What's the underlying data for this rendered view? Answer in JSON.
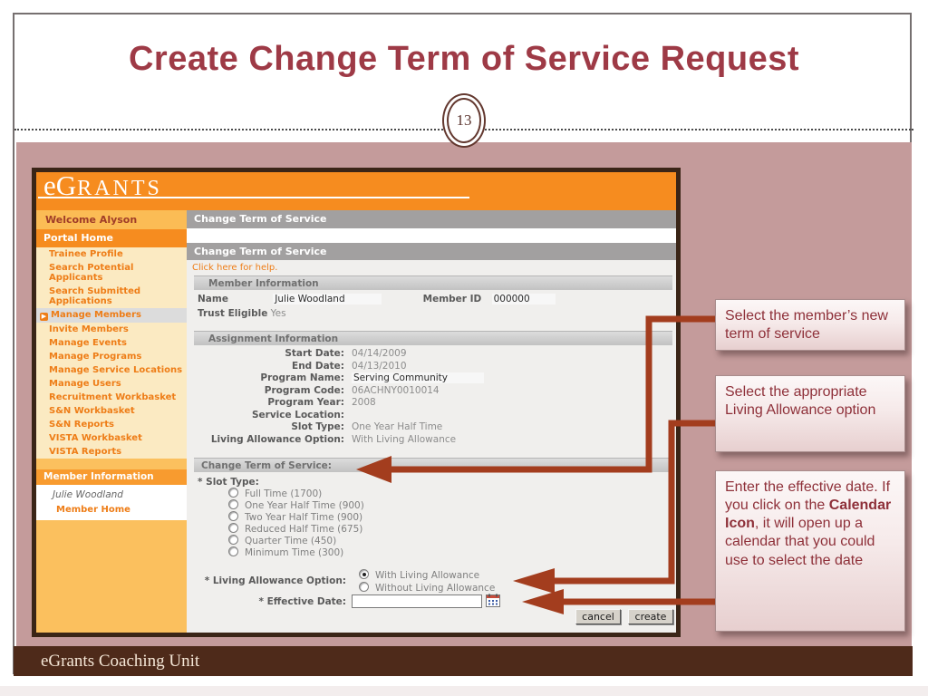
{
  "slide": {
    "title": "Create Change Term of Service Request",
    "page_number": "13",
    "footer": "eGrants Coaching Unit"
  },
  "app": {
    "logo": {
      "e": "e",
      "g": "G",
      "rest": "RANTS"
    },
    "sidebar": {
      "welcome": "Welcome Alyson",
      "portal_home": "Portal Home",
      "menu": [
        "Trainee Profile",
        "Search Potential Applicants",
        "Search Submitted Applications",
        "Manage Members",
        "Invite Members",
        "Manage Events",
        "Manage Programs",
        "Manage Service Locations",
        "Manage Users",
        "Recruitment Workbasket",
        "S&N Workbasket",
        "S&N Reports",
        "VISTA Workbasket",
        "VISTA Reports"
      ],
      "active_item": "Manage Members",
      "active_arrow": "▶",
      "member_info_header": "Member Information",
      "member_name": "Julie Woodland",
      "member_home": "Member Home"
    },
    "page_bar": "Change Term of Service",
    "section_bar": "Change Term of Service",
    "help_link": "Click here for help.",
    "member_info": {
      "header": "Member Information",
      "name_label": "Name",
      "name_value": "Julie Woodland",
      "member_id_label": "Member ID",
      "member_id_value": "000000",
      "trust_label": "Trust Eligible",
      "trust_value": "Yes"
    },
    "assignment": {
      "header": "Assignment Information",
      "rows": [
        {
          "label": "Start Date:",
          "value": "04/14/2009"
        },
        {
          "label": "End Date:",
          "value": "04/13/2010"
        },
        {
          "label": "Program Name:",
          "value": "Serving Community"
        },
        {
          "label": "Program Code:",
          "value": "06ACHNY0010014"
        },
        {
          "label": "Program Year:",
          "value": "2008"
        },
        {
          "label": "Service Location:",
          "value": ""
        },
        {
          "label": "Slot Type:",
          "value": "One Year Half Time"
        },
        {
          "label": "Living Allowance Option:",
          "value": "With Living Allowance"
        }
      ]
    },
    "change_tos": {
      "header": "Change Term of Service:",
      "slot_type_label": "* Slot Type:",
      "slot_options": [
        "Full Time (1700)",
        "One Year Half Time (900)",
        "Two Year Half Time (900)",
        "Reduced Half Time (675)",
        "Quarter Time (450)",
        "Minimum Time (300)"
      ],
      "living_allowance_label": "* Living Allowance Option:",
      "living_options": [
        {
          "label": "With Living Allowance",
          "selected": true
        },
        {
          "label": "Without Living Allowance",
          "selected": false
        }
      ],
      "effective_date_label": "* Effective Date:",
      "effective_date_value": "",
      "cancel_button": "cancel",
      "create_button": "create"
    }
  },
  "callouts": [
    {
      "text": "Select the member’s new term of service"
    },
    {
      "text": "Select the appropriate Living Allowance option"
    },
    {
      "text_before": "Enter the effective date.  If you click on the ",
      "bold_text": "Calendar Icon",
      "text_after": ", it will open up a calendar that you could use to select the date"
    }
  ],
  "colors": {
    "title_maroon": "#9E3A46",
    "panel_mauve": "#C49B9B",
    "app_orange": "#F68C1F",
    "menu_orange_text": "#EE7D17",
    "arrow_rust": "#A33D1E",
    "footer_brown": "#4E2A1A",
    "callout_text": "#8E3039"
  }
}
